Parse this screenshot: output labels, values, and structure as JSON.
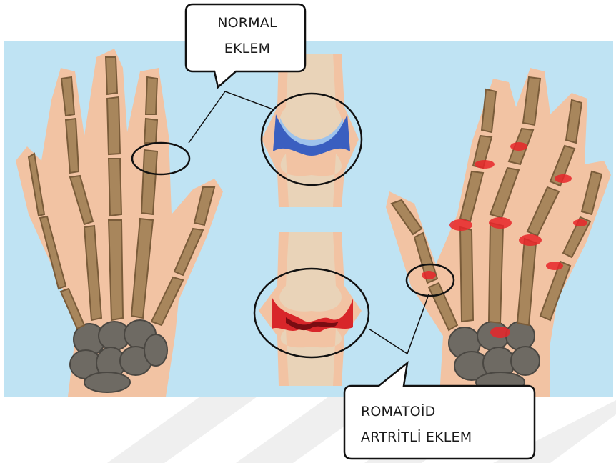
{
  "labels": {
    "normal_joint": [
      "NORMAL",
      "EKLEM"
    ],
    "ra_joint": [
      "ROMATOİD",
      "ARTRİTLİ EKLEM"
    ]
  },
  "colors": {
    "background_panel": "#bfe3f3",
    "skin": "#f2c3a3",
    "bone": "#a8865c",
    "bone_dark": "#7a5c3a",
    "carpal": "#6e6a63",
    "normal_cartilage": "#3a5fc0",
    "inflamed": "#d8262a",
    "watermark": "#eeeeee"
  }
}
